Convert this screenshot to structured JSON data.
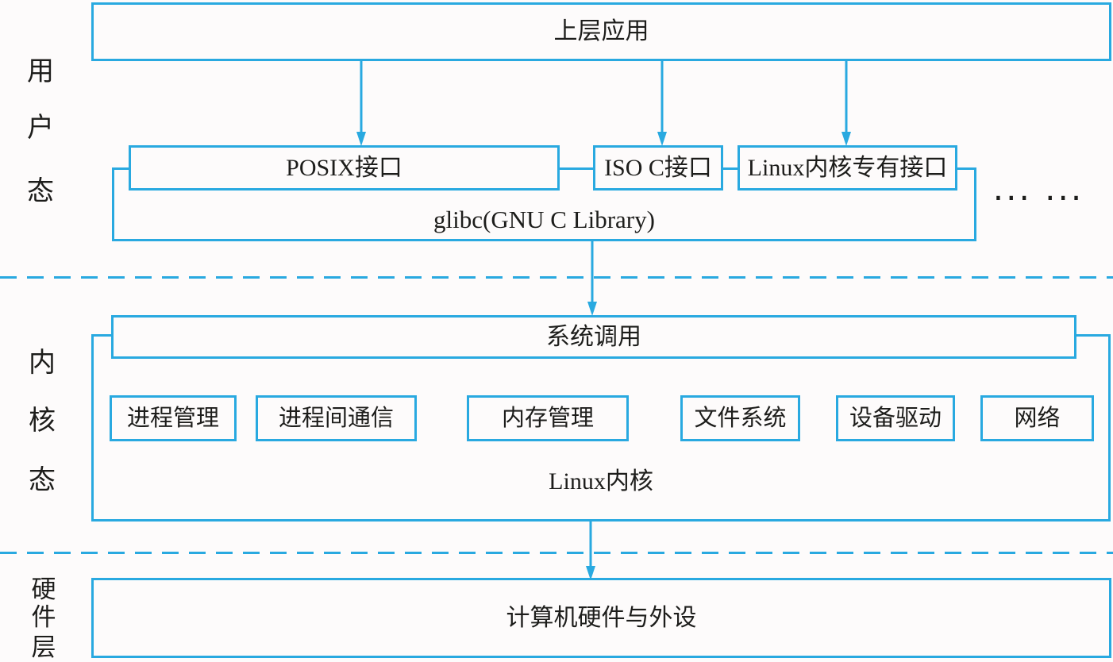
{
  "colors": {
    "stroke": "#29a9e0",
    "text": "#1d1d1b",
    "background": "#fdfbfb"
  },
  "side_labels": {
    "user_mode": [
      "用",
      "户",
      "态"
    ],
    "kernel_mode": [
      "内",
      "核",
      "态"
    ],
    "hardware_layer": [
      "硬",
      "件",
      "层"
    ]
  },
  "layers": {
    "top_app": "上层应用",
    "posix": "POSIX接口",
    "iso_c": "ISO C接口",
    "linux_specific": "Linux内核专有接口",
    "glibc": "glibc(GNU C Library)",
    "ellipsis": "··· ···",
    "syscall": "系统调用",
    "kernel_modules": [
      "进程管理",
      "进程间通信",
      "内存管理",
      "文件系统",
      "设备驱动",
      "网络"
    ],
    "kernel": "Linux内核",
    "hardware": "计算机硬件与外设"
  }
}
